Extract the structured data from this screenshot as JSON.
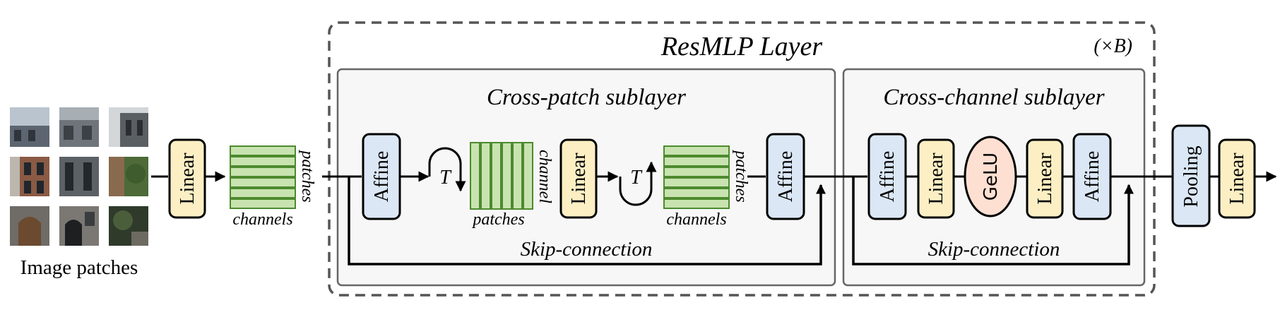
{
  "layer": {
    "title": "ResMLP Layer",
    "repeat": "(×B)"
  },
  "cross_patch": {
    "title": "Cross-patch sublayer",
    "affine_in": "Affine",
    "transpose_in": "T",
    "matrix_label_bottom": "patches",
    "matrix_label_right": "channel",
    "linear": "Linear",
    "transpose_out": "T",
    "out_matrix_label_bottom": "channels",
    "out_matrix_label_right": "patches",
    "affine_out": "Affine",
    "skip": "Skip-connection"
  },
  "cross_channel": {
    "title": "Cross-channel sublayer",
    "affine_in": "Affine",
    "linear1": "Linear",
    "activation": "GeLU",
    "linear2": "Linear",
    "affine_out": "Affine",
    "skip": "Skip-connection"
  },
  "input": {
    "caption": "Image patches",
    "linear": "Linear",
    "matrix_label_bottom": "channels",
    "matrix_label_right": "patches"
  },
  "output": {
    "pooling": "Pooling",
    "linear": "Linear"
  },
  "colors": {
    "affine_fill": "#dbe7f5",
    "linear_fill": "#fcefc4",
    "gelu_fill": "#fde0d2",
    "matrix_fill": "#c8e3b0",
    "matrix_stroke": "#4d8a2e",
    "panel_fill": "#f7f7f7"
  }
}
